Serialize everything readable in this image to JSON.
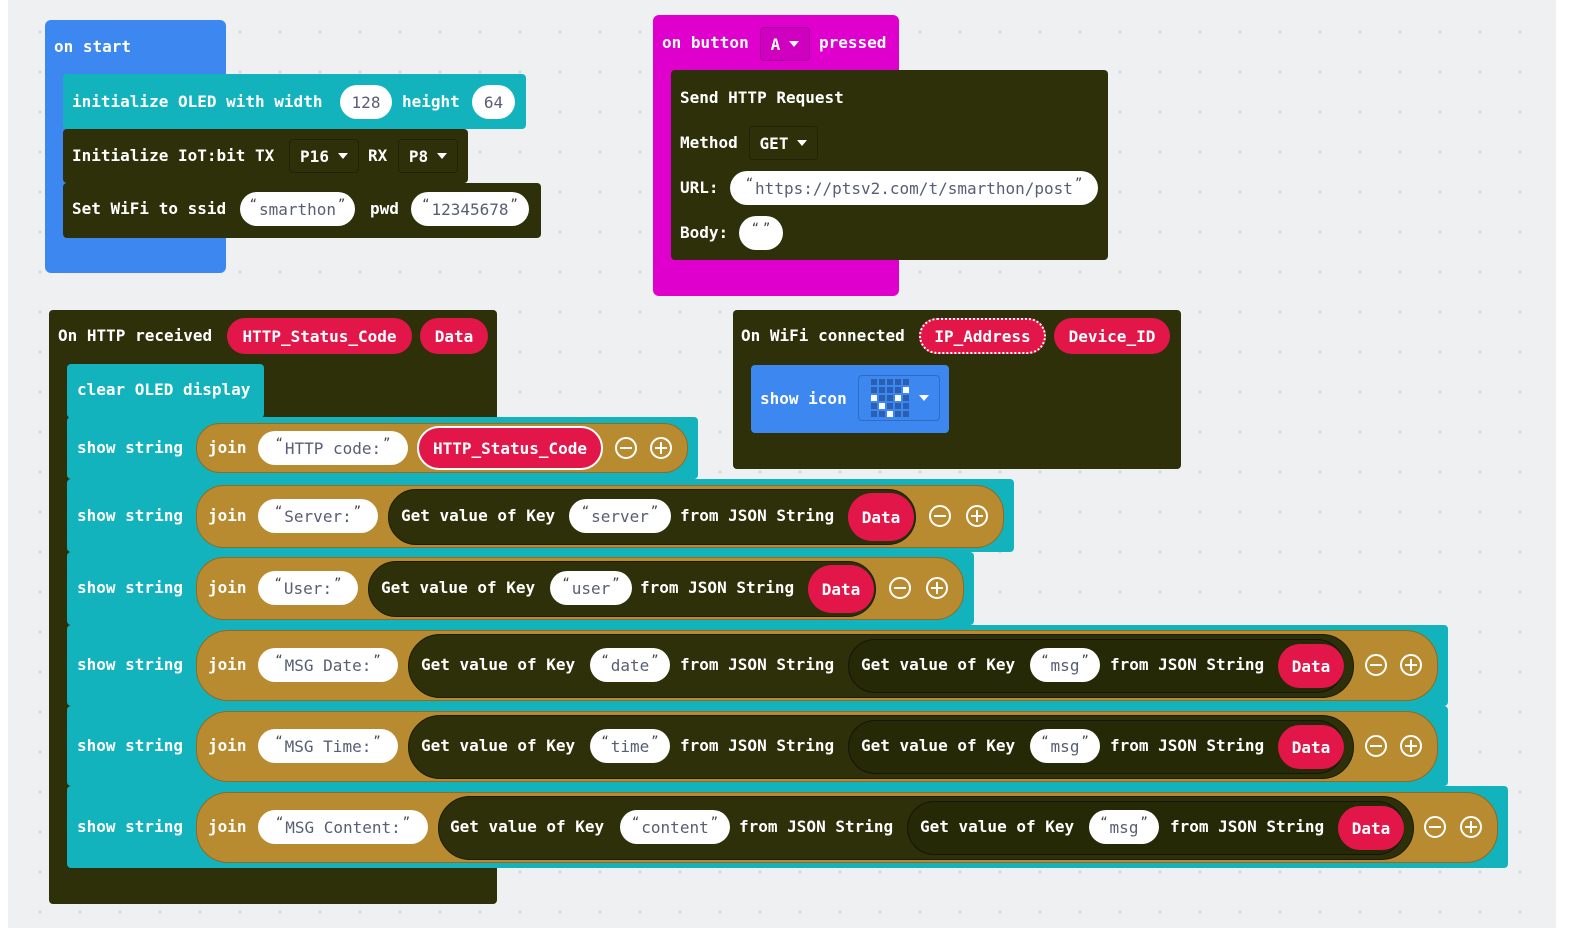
{
  "on_start": {
    "hat": "on start",
    "oled": {
      "label": "initialize OLED with width",
      "height_label": "height",
      "width": "128",
      "height": "64"
    },
    "iot": {
      "label": "Initialize IoT:bit TX",
      "tx": "P16",
      "rx_label": "RX",
      "rx": "P8"
    },
    "wifi": {
      "label": "Set WiFi to ssid",
      "ssid": "smarthon",
      "pwd_label": "pwd",
      "pwd": "12345678"
    }
  },
  "on_button": {
    "prefix": "on button",
    "button": "A",
    "suffix": "pressed",
    "http": {
      "title": "Send HTTP Request",
      "method_label": "Method",
      "method": "GET",
      "url_label": "URL:",
      "url": "https://ptsv2.com/t/smarthon/post",
      "body_label": "Body:",
      "body": ""
    }
  },
  "on_http": {
    "hat": "On HTTP received",
    "param1": "HTTP_Status_Code",
    "param2": "Data",
    "clear": "clear OLED display",
    "show_label": "show string",
    "join_label": "join",
    "get_label": "Get value of Key",
    "from_label": "from JSON String",
    "rows": [
      {
        "prefix": "HTTP code: ",
        "var": "HTTP_Status_Code"
      },
      {
        "prefix": "Server: ",
        "key": "server",
        "var": "Data"
      },
      {
        "prefix": "User: ",
        "key": "user",
        "var": "Data"
      },
      {
        "prefix": "MSG Date: ",
        "key": "date",
        "inner_key": "msg",
        "var": "Data"
      },
      {
        "prefix": "MSG Time: ",
        "key": "time",
        "inner_key": "msg",
        "var": "Data"
      },
      {
        "prefix": "MSG Content: ",
        "key": "content",
        "inner_key": "msg",
        "var": "Data"
      }
    ]
  },
  "on_wifi": {
    "hat": "On WiFi connected",
    "param1": "IP_Address",
    "param2": "Device_ID",
    "show_icon": "show icon"
  },
  "colors": {
    "basic_blue": "#3c87f0",
    "oled_teal": "#13b3bd",
    "iot_dark": "#2d3008",
    "input_pink": "#e000cd",
    "text_join": "#b98b30",
    "variable_red": "#e3164a"
  }
}
